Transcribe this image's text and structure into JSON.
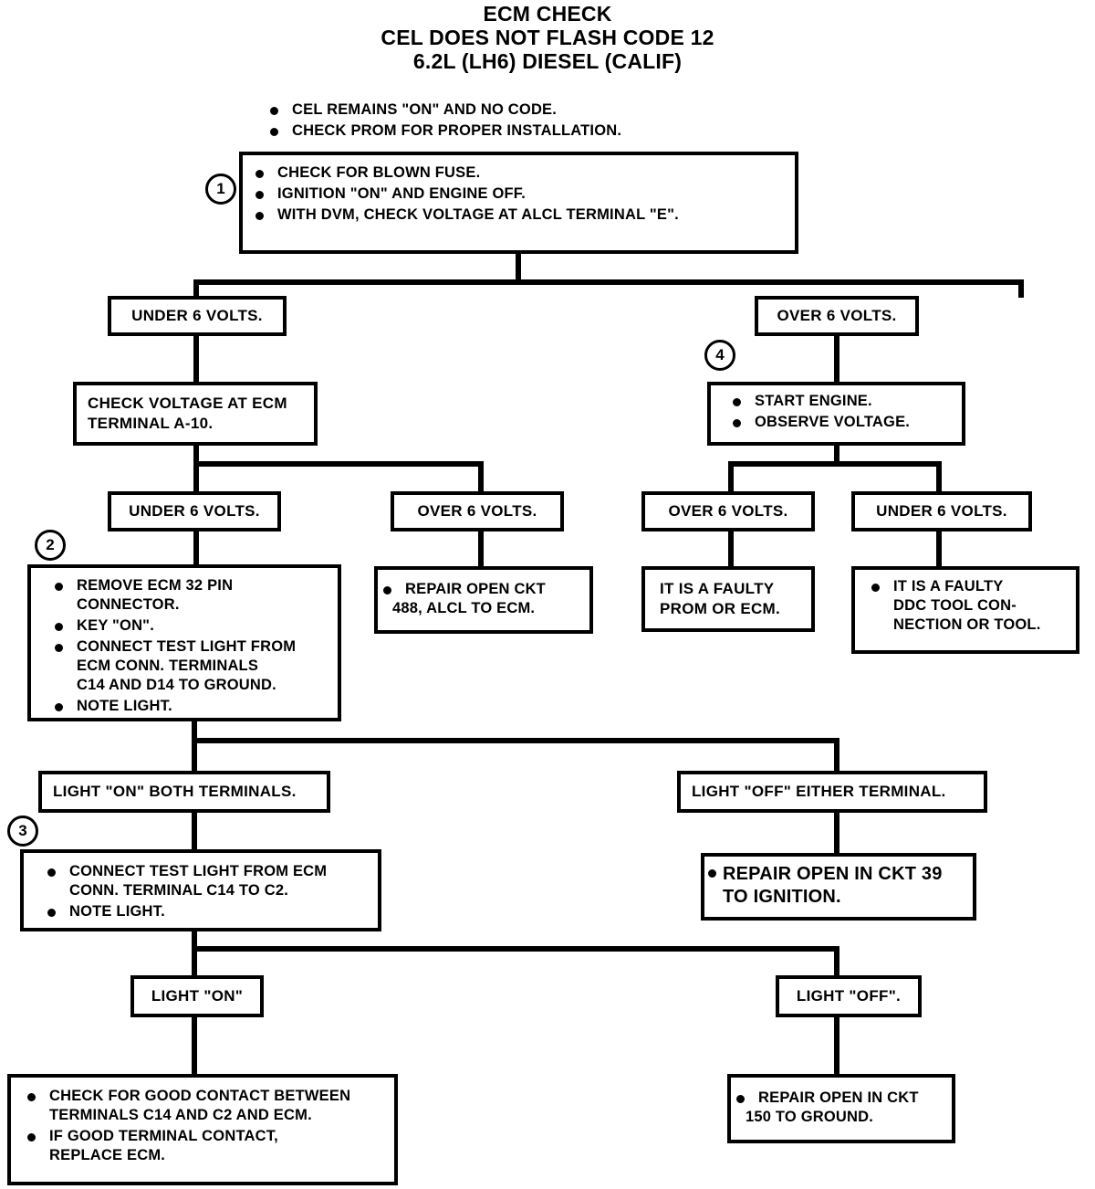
{
  "title": {
    "line1": "ECM CHECK",
    "line2": "CEL DOES NOT FLASH CODE 12",
    "line3": "6.2L (LH6) DIESEL (CALIF)"
  },
  "preamble": {
    "bullets": [
      "CEL REMAINS \"ON\" AND NO CODE.",
      "CHECK PROM FOR PROPER INSTALLATION."
    ]
  },
  "steps": {
    "one": "1",
    "two": "2",
    "three": "3",
    "four": "4"
  },
  "nodes": {
    "step1": {
      "bullets": [
        "CHECK FOR BLOWN FUSE.",
        "IGNITION \"ON\" AND ENGINE OFF.",
        "WITH DVM, CHECK VOLTAGE AT ALCL TERMINAL \"E\"."
      ]
    },
    "branch_under6_left": "UNDER 6 VOLTS.",
    "branch_over6_right": "OVER 6 VOLTS.",
    "check_voltage_ecm": {
      "line1": "CHECK VOLTAGE AT ECM",
      "line2": "TERMINAL A-10."
    },
    "start_engine": {
      "bullets": [
        "START ENGINE.",
        "OBSERVE VOLTAGE."
      ]
    },
    "under6_l2": "UNDER 6 VOLTS.",
    "over6_l2": "OVER 6 VOLTS.",
    "over6_r2": "OVER 6 VOLTS.",
    "under6_r2": "UNDER 6 VOLTS.",
    "step2": {
      "bullets": [
        "REMOVE ECM 32 PIN CONNECTOR.",
        "KEY \"ON\".",
        "CONNECT TEST LIGHT FROM ECM CONN. TERMINALS C14 AND D14 TO GROUND.",
        "NOTE LIGHT."
      ],
      "lines": [
        [
          "REMOVE ECM 32 PIN",
          "CONNECTOR."
        ],
        [
          "KEY \"ON\"."
        ],
        [
          "CONNECT TEST LIGHT FROM",
          "ECM CONN. TERMINALS",
          "C14 AND D14 TO GROUND."
        ],
        [
          "NOTE LIGHT."
        ]
      ]
    },
    "repair_ckt488": {
      "line1": "REPAIR OPEN CKT",
      "line2": "488, ALCL TO ECM."
    },
    "faulty_prom": {
      "line1": "IT IS A FAULTY",
      "line2": "PROM OR ECM."
    },
    "faulty_ddc": {
      "line1": "IT IS A FAULTY",
      "line2": "DDC TOOL CON-",
      "line3": "NECTION OR TOOL."
    },
    "light_on_both": "LIGHT \"ON\" BOTH TERMINALS.",
    "light_off_either": "LIGHT \"OFF\" EITHER TERMINAL.",
    "step3": {
      "lines": [
        [
          "CONNECT TEST LIGHT FROM ECM",
          "CONN. TERMINAL C14 TO C2."
        ],
        [
          "NOTE LIGHT."
        ]
      ]
    },
    "repair_ckt39": {
      "line1": "REPAIR OPEN IN CKT 39",
      "line2": "TO IGNITION."
    },
    "light_on": "LIGHT \"ON\"",
    "light_off": "LIGHT \"OFF\".",
    "check_contact": {
      "lines": [
        [
          "CHECK FOR GOOD CONTACT BETWEEN",
          "TERMINALS C14 AND C2 AND ECM."
        ],
        [
          "IF GOOD TERMINAL CONTACT,",
          "REPLACE ECM."
        ]
      ]
    },
    "repair_ckt150": {
      "line1": "REPAIR OPEN IN CKT",
      "line2": "150 TO GROUND."
    }
  },
  "colors": {
    "ink": "#000000",
    "paper": "#ffffff"
  }
}
